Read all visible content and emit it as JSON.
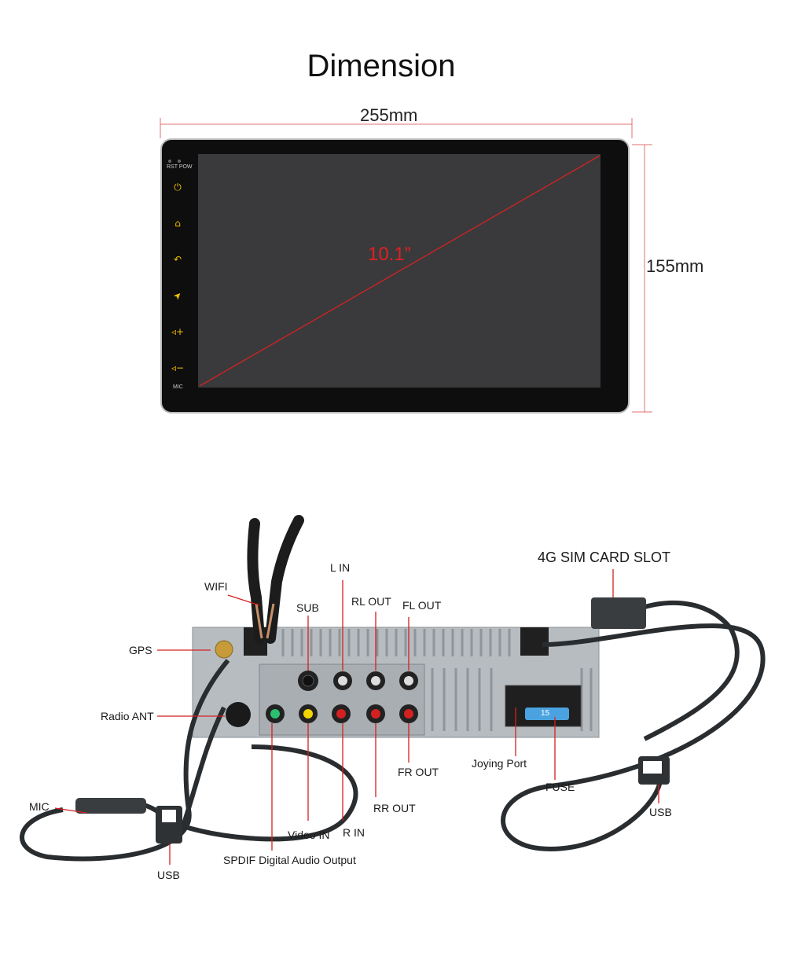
{
  "title": "Dimension",
  "dimensions": {
    "width": "255mm",
    "height": "155mm",
    "screen_size": "10.1”"
  },
  "panel": {
    "top_label": "RST POW",
    "bottom_label": "MIC",
    "keys": [
      {
        "icon": "power-icon",
        "glyph": "⏻"
      },
      {
        "icon": "home-icon",
        "glyph": "⌂"
      },
      {
        "icon": "back-icon",
        "glyph": "↶"
      },
      {
        "icon": "navigation-icon",
        "glyph": "➤"
      },
      {
        "icon": "volume-up-icon",
        "glyph": "◃+"
      },
      {
        "icon": "volume-down-icon",
        "glyph": "◃−"
      }
    ]
  },
  "ports": {
    "wifi": "WIFI",
    "gps": "GPS",
    "radio_ant": "Radio ANT",
    "mic": "MIC",
    "usb_left": "USB",
    "spdif": "SPDIF Digital Audio Output",
    "video_in": "Video IN",
    "r_in": "R IN",
    "rr_out": "RR OUT",
    "fr_out": "FR OUT",
    "sub": "SUB",
    "l_in": "L IN",
    "rl_out": "RL OUT",
    "fl_out": "FL OUT",
    "sim_slot": "4G SIM CARD SLOT",
    "joying_port": "Joying Port",
    "fuse": "FUSE",
    "fuse_value": "15",
    "usb_right": "USB"
  },
  "colors": {
    "accent_red": "#e02020",
    "key_icon": "#f0c000",
    "dimension_line": "#e07070"
  }
}
